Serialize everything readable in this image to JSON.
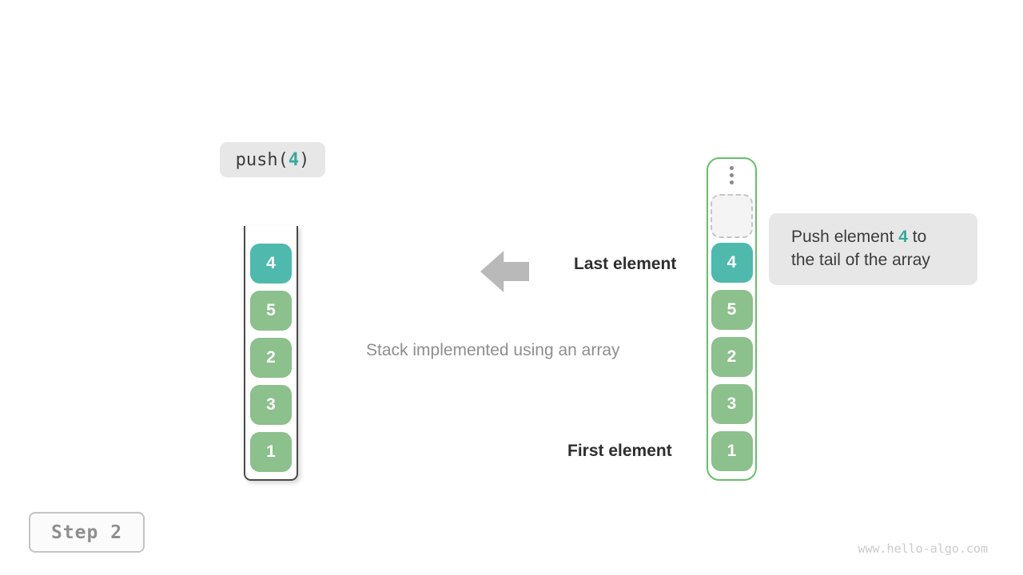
{
  "operation_badge": {
    "prefix": "push(",
    "arg": "4",
    "suffix": ")"
  },
  "left_stack": {
    "values": [
      "4",
      "5",
      "2",
      "3",
      "1"
    ]
  },
  "right_stack": {
    "ellipsis_icon": "vertical-ellipsis",
    "empty_slot": "dashed-placeholder",
    "values": [
      "4",
      "5",
      "2",
      "3",
      "1"
    ]
  },
  "labels": {
    "last_element": "Last element",
    "first_element": "First element",
    "caption": "Stack implemented using an array"
  },
  "callout": {
    "text_before": "Push element ",
    "highlight": "4",
    "text_after": " to",
    "line2": "the tail of the array"
  },
  "step_badge": {
    "label": "Step 2"
  },
  "watermark": "www.hello-algo.com",
  "colors": {
    "teal": "#4FB9AE",
    "green": "#8CC08C",
    "container_green": "#66BF6A",
    "highlight_text": "#3AA79D",
    "arrow_gray": "#B9B9B9"
  }
}
